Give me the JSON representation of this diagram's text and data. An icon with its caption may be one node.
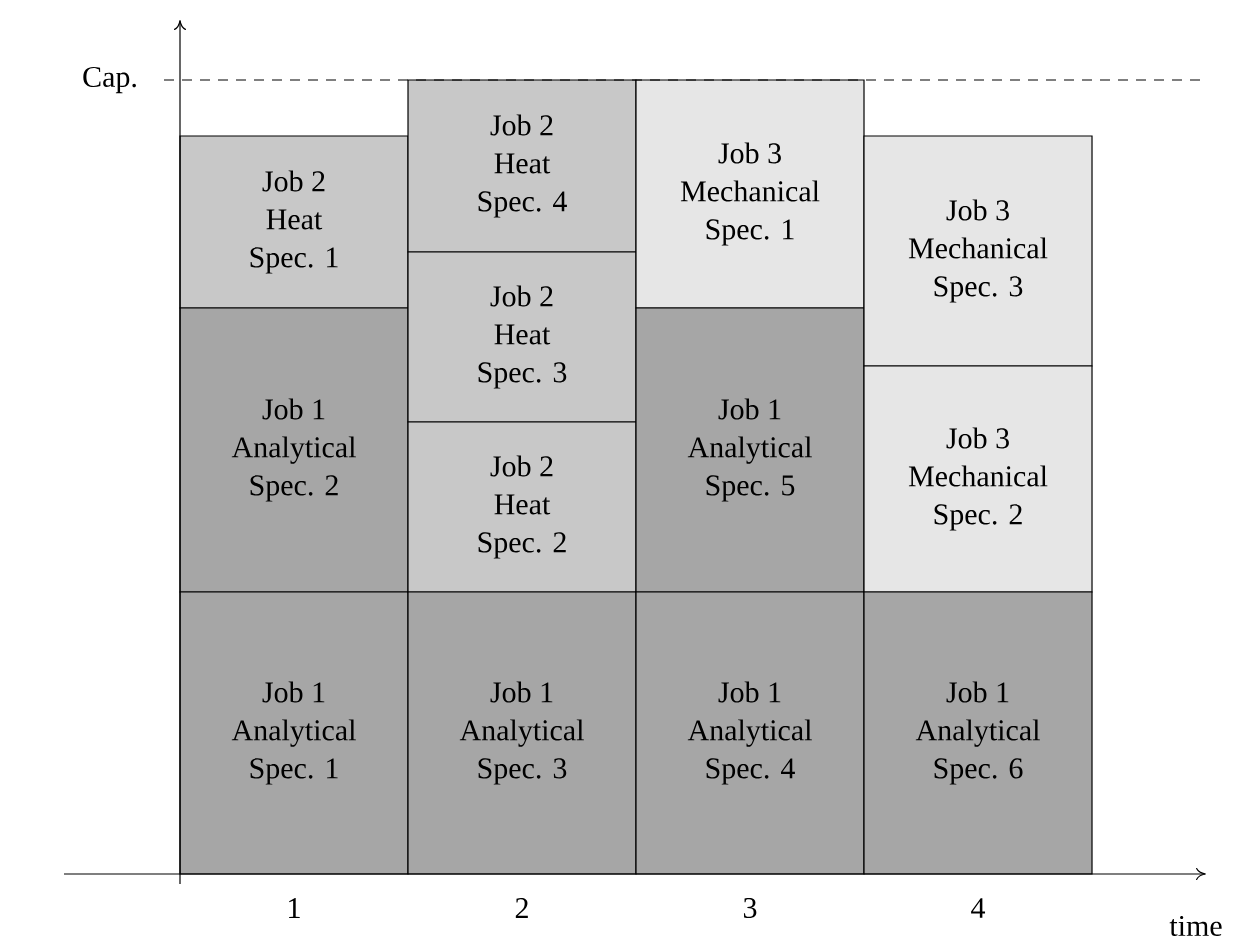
{
  "diagram": {
    "nodes": [
      {
        "text": [
          "Job 2",
          "Heat",
          "Spec. 1"
        ]
      },
      {
        "text": [
          "Job 1",
          "Analytical",
          "Spec. 2"
        ]
      },
      {
        "text": [
          "Job 1",
          "Analytical",
          "Spec. 1"
        ]
      },
      {
        "text": [
          "Job 2",
          "Heat",
          "Spec. 4"
        ]
      },
      {
        "text": [
          "Job 2",
          "Heat",
          "Spec. 3"
        ]
      },
      {
        "text": [
          "Job 2",
          "Heat",
          "Spec. 2"
        ]
      },
      {
        "text": [
          "Job 1",
          "Analytical",
          "Spec. 3"
        ]
      },
      {
        "text": [
          "Job 3",
          "Mechanical",
          "Spec. 1"
        ]
      },
      {
        "text": [
          "Job 1",
          "Analytical",
          "Spec. 5"
        ]
      },
      {
        "text": [
          "Job 1",
          "Analytical",
          "Spec. 4"
        ]
      },
      {
        "text": [
          "Job 3",
          "Mechanical",
          "Spec. 3"
        ]
      },
      {
        "text": [
          "Job 3",
          "Mechanical",
          "Spec. 2"
        ]
      },
      {
        "text": [
          "Job 1",
          "Analytical",
          "Spec. 6"
        ]
      }
    ],
    "labels": [
      "Cap.",
      "1",
      "2",
      "3",
      "4",
      "time"
    ]
  }
}
